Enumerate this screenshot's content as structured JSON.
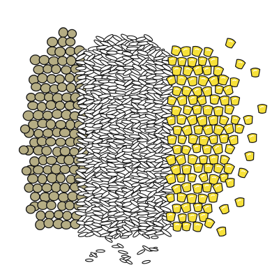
{
  "illustration": {
    "background": "#ffffff",
    "outline_color": "#111111",
    "groups": [
      {
        "name": "lentils",
        "fill": "#b5ad84",
        "shape": "circle"
      },
      {
        "name": "rice",
        "fill": "#ffffff",
        "shape": "grain"
      },
      {
        "name": "corn",
        "fill": "#f7e13a",
        "shape": "kernel"
      }
    ]
  }
}
